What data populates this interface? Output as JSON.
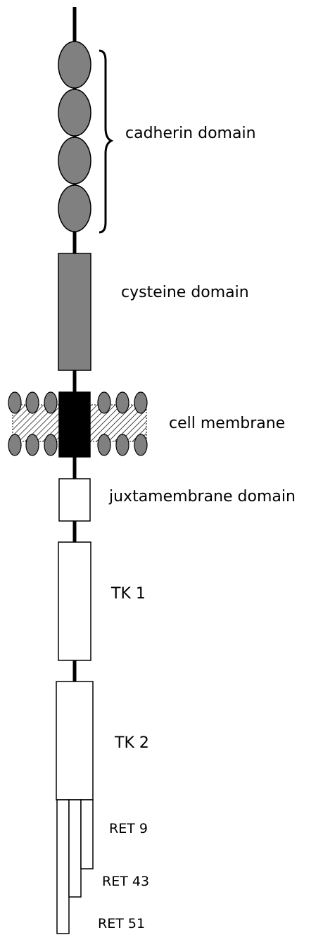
{
  "labels": {
    "cadherin": "cadherin domain",
    "cysteine": "cysteine domain",
    "membrane": "cell membrane",
    "juxtamembrane": "juxtamembrane domain",
    "tk1": "TK 1",
    "tk2": "TK 2",
    "ret9": "RET 9",
    "ret43": "RET 43",
    "ret51": "RET 51"
  },
  "colors": {
    "cadherin_fill": "#808080",
    "cysteine_fill": "#808080",
    "transmembrane_fill": "#000000",
    "lipid_head_fill": "#808080",
    "box_fill": "#ffffff",
    "stroke": "#000000"
  }
}
